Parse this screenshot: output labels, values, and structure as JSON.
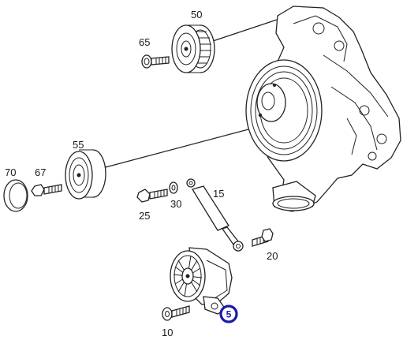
{
  "callouts": {
    "c50": "50",
    "c65": "65",
    "c55": "55",
    "c70": "70",
    "c67": "67",
    "c15": "15",
    "c25": "25",
    "c30": "30",
    "c20": "20",
    "c10": "10",
    "c5": "5"
  },
  "colors": {
    "highlight": "#1a1aa6",
    "line": "#222222"
  }
}
